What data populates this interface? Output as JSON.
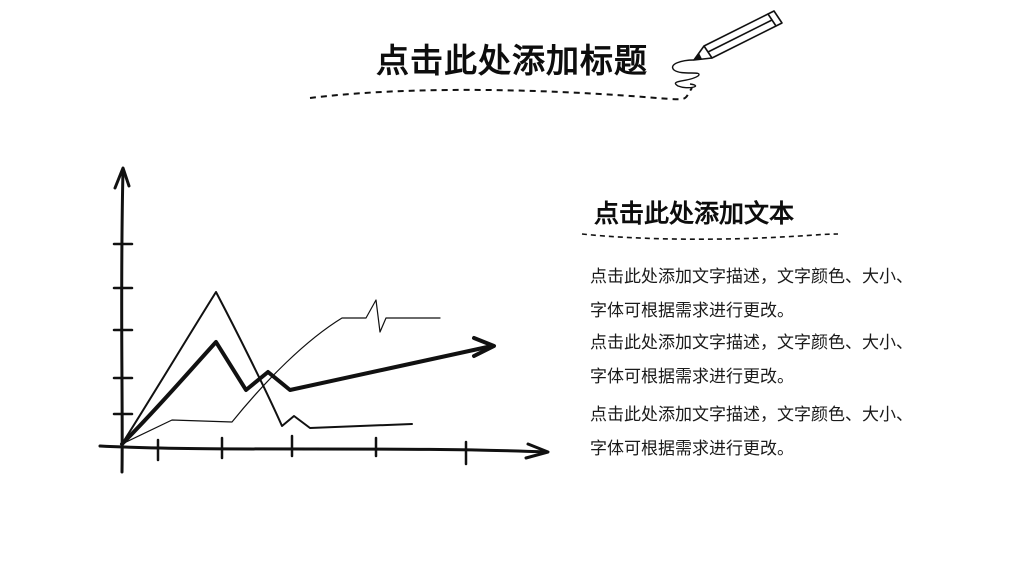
{
  "slide": {
    "title": "点击此处添加标题",
    "subtitle": "点击此处添加文本",
    "paragraphs": [
      "点击此处添加文字描述，文字颜色、大小、字体可根据需求进行更改。",
      "点击此处添加文字描述，文字颜色、大小、字体可根据需求进行更改。",
      "点击此处添加文字描述，文字颜色、大小、字体可根据需求进行更改。"
    ]
  },
  "icons": {
    "pencil": "pencil-icon"
  },
  "colors": {
    "ink": "#111111",
    "background": "#ffffff"
  }
}
